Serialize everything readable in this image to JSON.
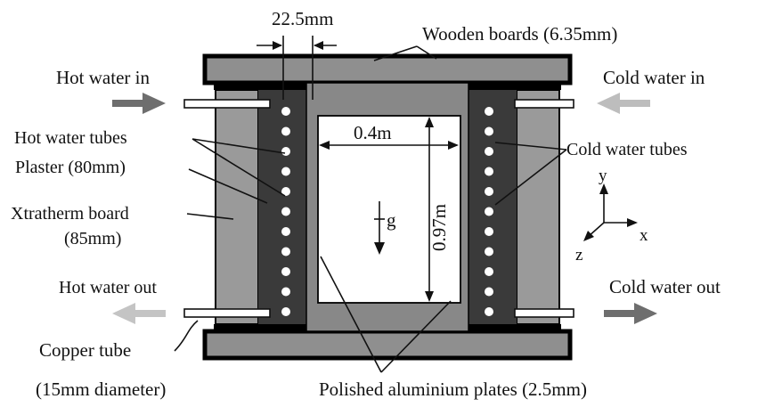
{
  "labels": {
    "gap_width": "22.5mm",
    "wooden_boards": "Wooden boards (6.35mm)",
    "hot_water_in": "Hot water in",
    "cold_water_in": "Cold water in",
    "hot_water_tubes": "Hot water tubes",
    "plaster": "Plaster (80mm)",
    "xtratherm_line1": "Xtratherm board",
    "xtratherm_line2": "(85mm)",
    "cavity_width": "0.4m",
    "cavity_height": "0.97m",
    "gravity": "g",
    "cold_water_tubes": "Cold water tubes",
    "hot_water_out": "Hot water out",
    "cold_water_out": "Cold water out",
    "copper_tube_line1": "Copper tube",
    "copper_tube_line2": "(15mm diameter)",
    "aluminium_plates": "Polished aluminium plates (2.5mm)"
  },
  "axes": {
    "y": "y",
    "x": "x",
    "z": "z"
  },
  "colors": {
    "wood": "#8f8f8f",
    "xtratherm": "#9a9a9a",
    "plaster": "#3a3a3a",
    "aluminium": "#888888",
    "cavity": "#ffffff",
    "frame": "#000000",
    "hot_arrow": "#6e6e6e",
    "cold_arrow_in": "#bdbdbd",
    "cold_arrow_out": "#6e6e6e",
    "hot_arrow_out": "#c4c4c4"
  }
}
